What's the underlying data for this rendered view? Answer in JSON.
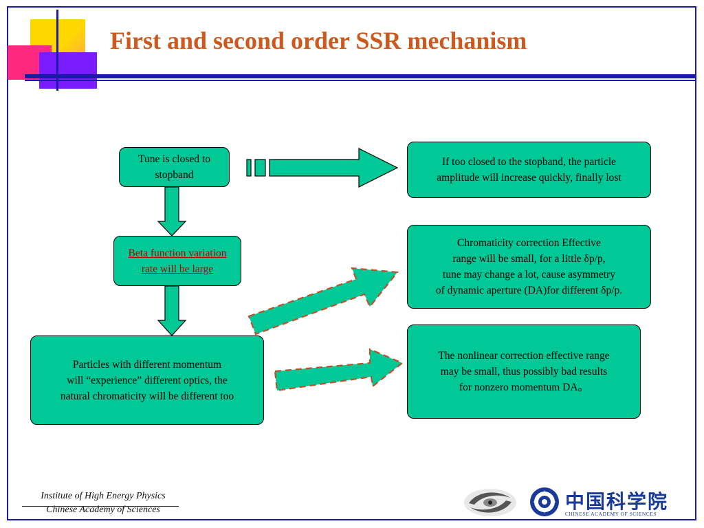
{
  "slide": {
    "title": "First and second order SSR mechanism"
  },
  "boxes": {
    "tune": "Tune is closed to\nstopband",
    "beta": "Beta function variation\n rate will be large",
    "particles": "Particles with different momentum\nwill “experience” different optics, the\nnatural chromaticity will be different too",
    "too_close": "If too closed to the stopband, the particle\namplitude will increase quickly, finally lost",
    "chromaticity": "Chromaticity correction Effective\nrange  will be small, for a little δp/p,\ntune may change a lot, cause asymmetry\nof dynamic aperture (DA)for different δp/p.",
    "nonlinear": "The nonlinear correction effective range\nmay be small, thus possibly bad results\nfor nonzero momentum DA。"
  },
  "footer": {
    "institute_line1": "Institute of High Energy Physics",
    "institute_line2": "Chinese Academy of Sciences",
    "cas_chinese": "中国科学院",
    "cas_english": "CHINESE ACADEMY OF SCIENCES"
  },
  "colors": {
    "title": "#cc5a1e",
    "box_fill": "#00c896",
    "frame_blue": "#1a1aa6",
    "link_red": "#c00000",
    "dashed_outline": "#c0502a"
  }
}
